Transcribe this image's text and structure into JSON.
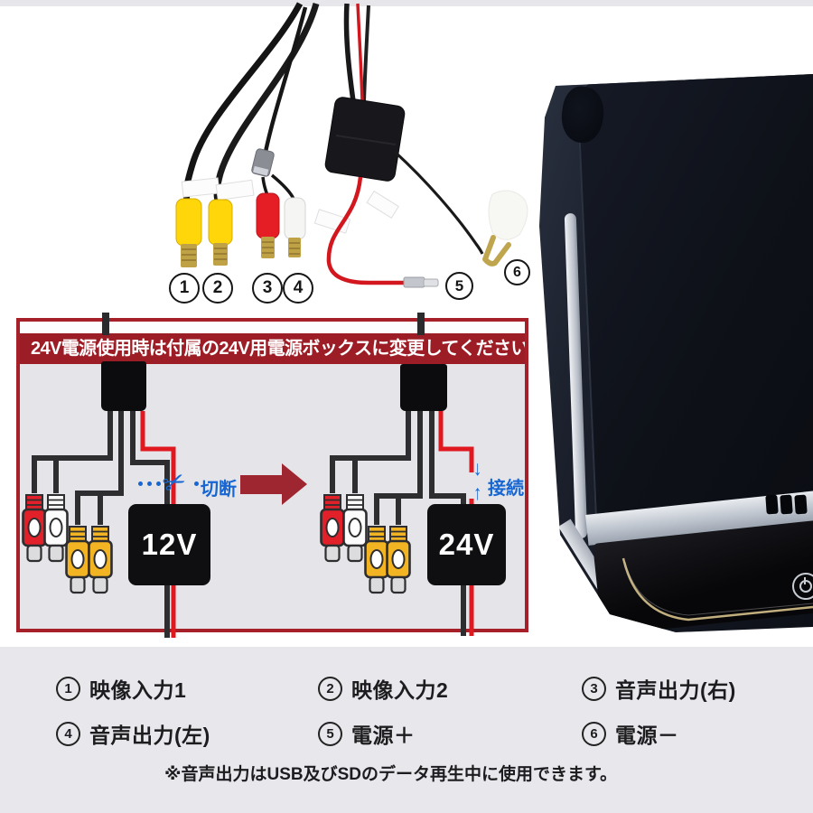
{
  "colors": {
    "accent_dark_red": "#9d1d26",
    "panel_border_red": "#a6202a",
    "arrow_red": "#9e2630",
    "annotation_blue": "#1766d1",
    "wire_black": "#2e2e30",
    "wire_red": "#e0181f",
    "rca_red": "#e2202a",
    "rca_white": "#fbfbfb",
    "rca_yellow": "#f3b424",
    "photo_rca_yellow": "#ffd60a",
    "panel_body_gray": "#e5e5e9",
    "page_bottom_gray": "#e8e8ec"
  },
  "photo": {
    "numbers": [
      "1",
      "2",
      "3",
      "4",
      "5",
      "6"
    ]
  },
  "diagram": {
    "header": "24V電源使用時は付属の24V用電源ボックスに変更してください",
    "box_12v": "12V",
    "box_24v": "24V",
    "cut_label": "切断",
    "connect_label": "接続"
  },
  "icons": {
    "scissors": "✂",
    "arrow_down": "↓",
    "arrow_up": "↑"
  },
  "legend": {
    "items": [
      {
        "num": "1",
        "label": "映像入力1"
      },
      {
        "num": "2",
        "label": "映像入力2"
      },
      {
        "num": "3",
        "label": "音声出力(右)"
      },
      {
        "num": "4",
        "label": "音声出力(左)"
      },
      {
        "num": "5",
        "label": "電源＋"
      },
      {
        "num": "6",
        "label": "電源－"
      }
    ],
    "note": "※音声出力はUSB及びSDのデータ再生中に使用できます。"
  }
}
